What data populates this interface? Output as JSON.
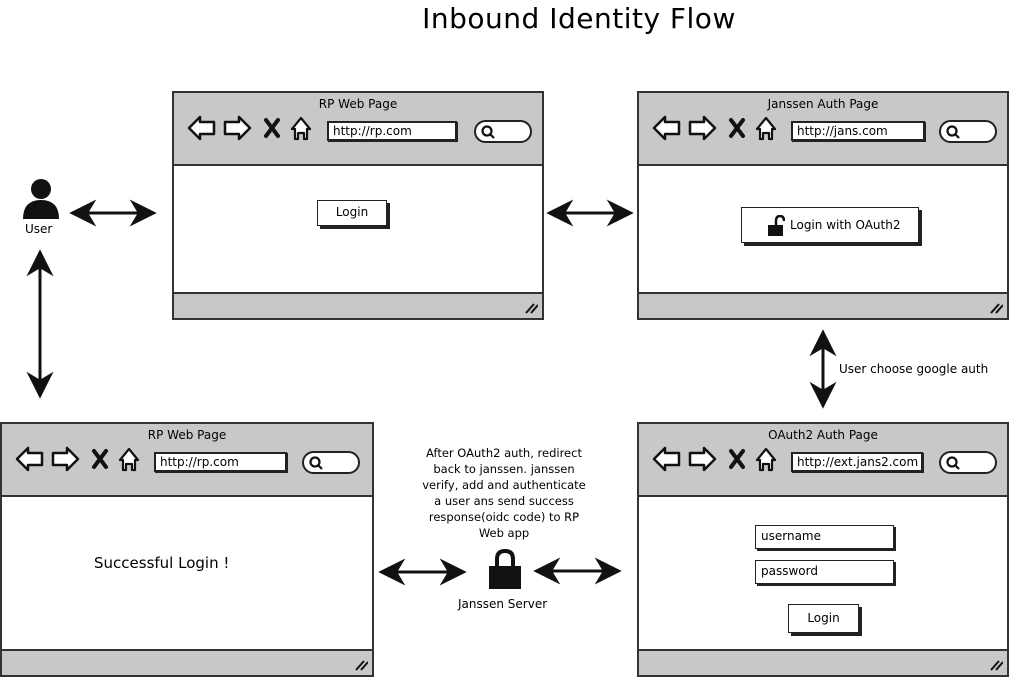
{
  "title": "Inbound Identity Flow",
  "user": {
    "label": "User"
  },
  "rp_top": {
    "title": "RP Web Page",
    "url": "http://rp.com",
    "button": "Login"
  },
  "jans": {
    "title": "Janssen Auth Page",
    "url": "http://jans.com",
    "button": "Login with OAuth2"
  },
  "choose_label": "User choose google auth",
  "oauth2": {
    "title": "OAuth2 Auth Page",
    "url": "http://ext.jans2.com",
    "username_placeholder": "username",
    "password_placeholder": "password",
    "button": "Login"
  },
  "rp_bottom": {
    "title": "RP Web Page",
    "url": "http://rp.com",
    "message": "Successful Login !"
  },
  "server": {
    "label": "Janssen Server",
    "note": [
      "After OAuth2 auth, redirect",
      "back to janssen. janssen",
      "verify, add and authenticate",
      "a user ans send success",
      "response(oidc code) to RP",
      "Web app"
    ]
  }
}
